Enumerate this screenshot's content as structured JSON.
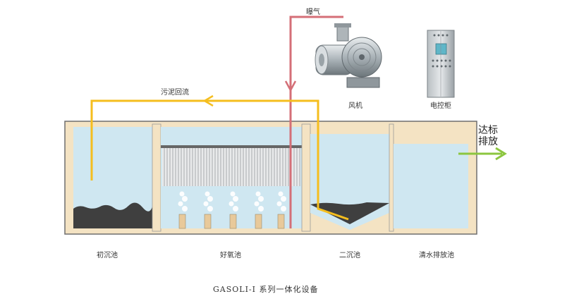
{
  "labels": {
    "aeration": "曝气",
    "sludge_return": "污泥回流",
    "blower": "风机",
    "control_cabinet": "电控柜",
    "discharge_line1": "达标",
    "discharge_line2": "排放",
    "tank_primary": "初沉池",
    "tank_aerobic": "好氧池",
    "tank_secondary": "二沉池",
    "tank_clear": "清水排放池"
  },
  "caption": "GASOLI-I 系列一体化设备",
  "colors": {
    "water": "#cfe7f1",
    "wall": "#f4e3c3",
    "outline": "#6e6e6e",
    "sludge": "#3f3f3f",
    "aeration_pipe": "#d46f77",
    "sludge_return_pipe": "#f5be1e",
    "discharge_arrow": "#8cc63f"
  }
}
